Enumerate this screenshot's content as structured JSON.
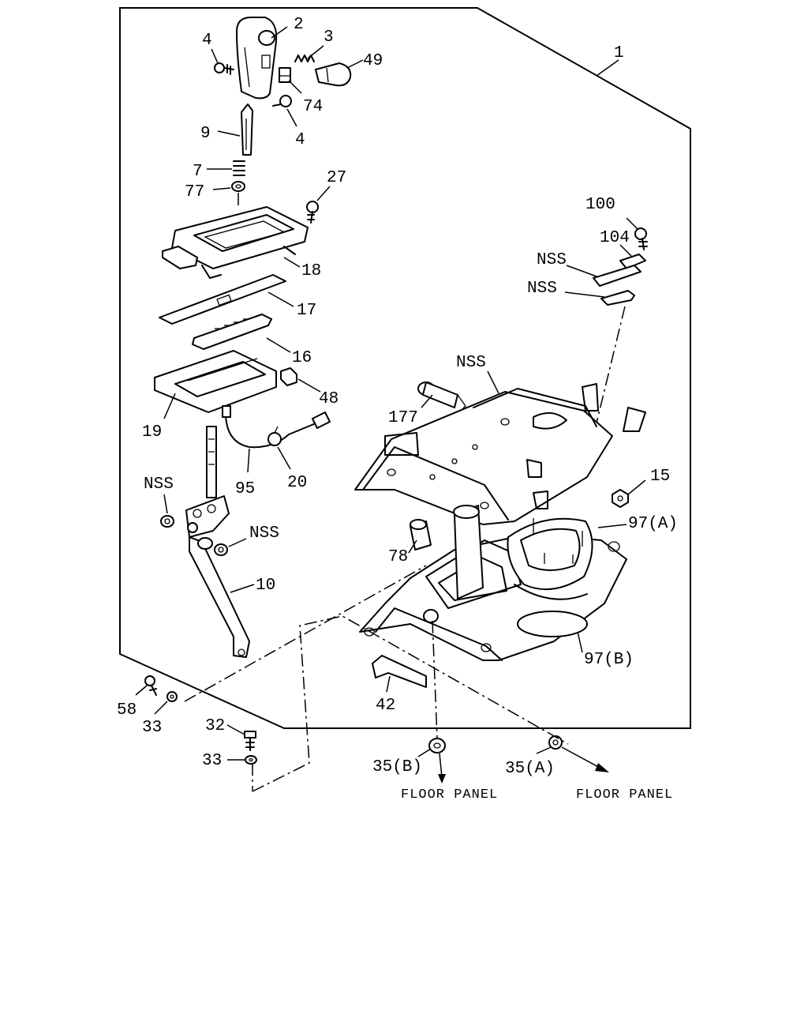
{
  "labels": {
    "p1": "1",
    "p2": "2",
    "p3": "3",
    "p4a": "4",
    "p4b": "4",
    "p49": "49",
    "p74": "74",
    "p9": "9",
    "p7": "7",
    "p77": "77",
    "p27": "27",
    "p18": "18",
    "p17": "17",
    "p16": "16",
    "p48": "48",
    "p19": "19",
    "p95": "95",
    "p20": "20",
    "nss1": "NSS",
    "nss2": "NSS",
    "p10": "10",
    "p100": "100",
    "p104": "104",
    "nss3": "NSS",
    "nss4": "NSS",
    "nss5": "NSS",
    "p177": "177",
    "p15": "15",
    "p97a": "97(A)",
    "p78": "78",
    "p97b": "97(B)",
    "p42": "42",
    "p58": "58",
    "p33a": "33",
    "p32": "32",
    "p33b": "33",
    "p35b": "35(B)",
    "p35a": "35(A)"
  },
  "notes": {
    "floor_panel_left": "FLOOR PANEL",
    "floor_panel_right": "FLOOR PANEL"
  }
}
